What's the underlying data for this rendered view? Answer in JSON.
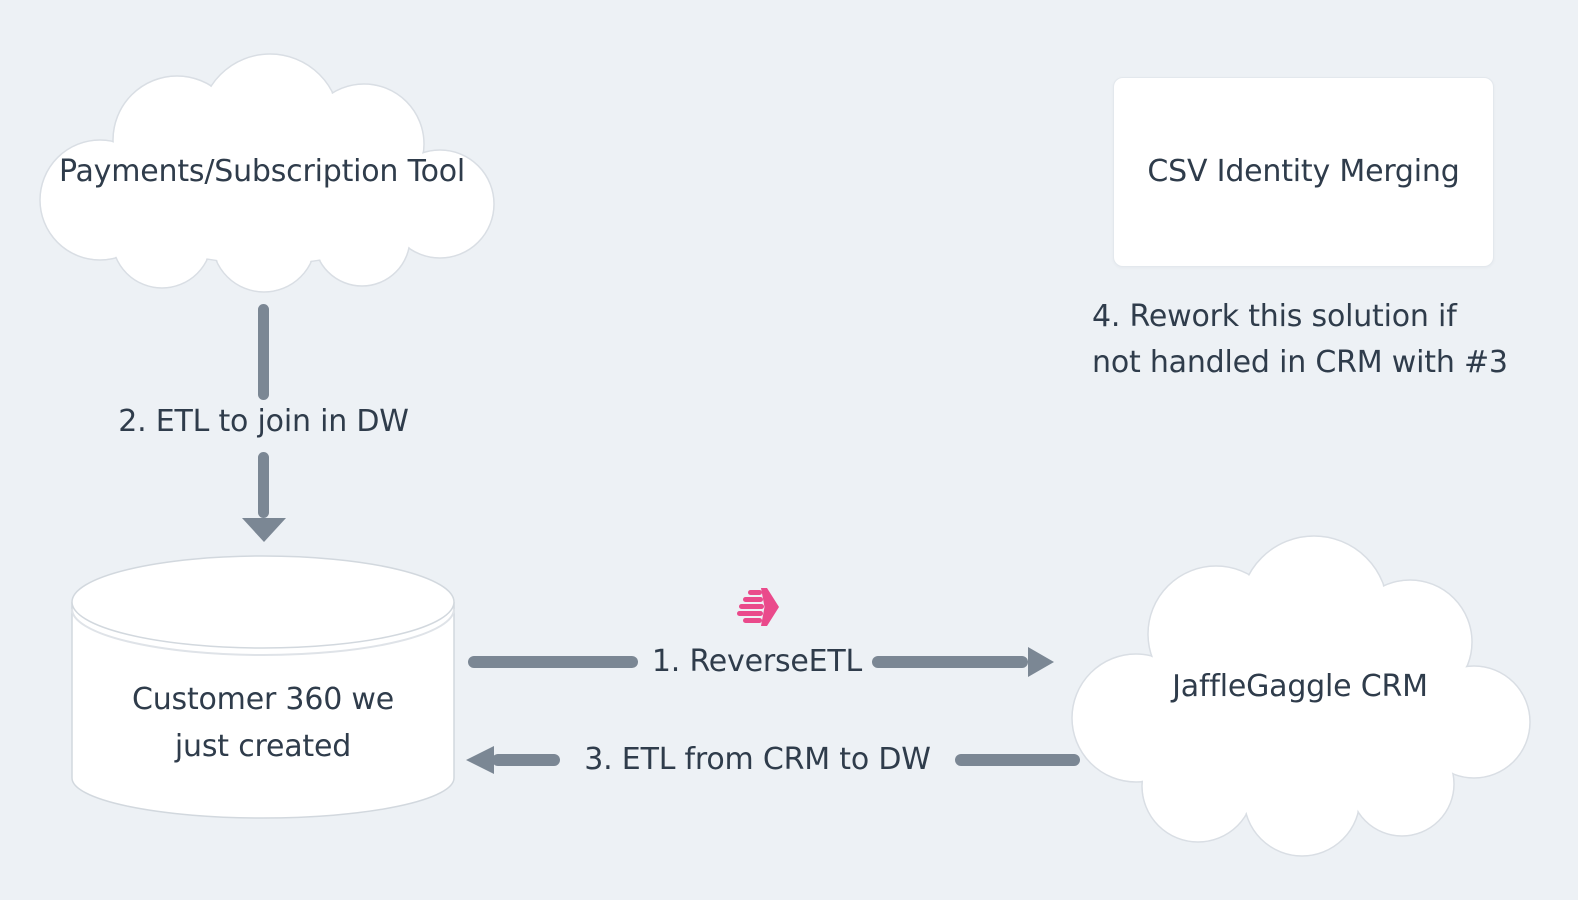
{
  "colors": {
    "background": "#edf1f5",
    "text": "#2f3c4b",
    "arrow": "#7b8794",
    "node_fill": "#ffffff",
    "node_border": "#d9dee4",
    "logo_pink": "#ea4a8b"
  },
  "nodes": {
    "payments_tool": {
      "type": "cloud",
      "label": "Payments/Subscription Tool"
    },
    "csv_identity": {
      "type": "card",
      "label": "CSV Identity Merging"
    },
    "customer_360": {
      "type": "database-cylinder",
      "label_line1": "Customer 360 we",
      "label_line2": "just created"
    },
    "jafflegaggle_crm": {
      "type": "cloud",
      "label": "JaffleGaggle CRM"
    }
  },
  "edges": {
    "reverse_etl": {
      "label": "1. ReverseETL",
      "direction": "right"
    },
    "etl_to_dw": {
      "label": "2. ETL to join in DW",
      "direction": "down"
    },
    "etl_from_crm": {
      "label": "3. ETL from CRM to DW",
      "direction": "left"
    }
  },
  "annotations": {
    "rework_note": {
      "line1": "4. Rework this solution if",
      "line2": "not handled in CRM with #3"
    }
  },
  "icons": {
    "hightouch_logo": "pink-striped-hexagon-arrow"
  }
}
